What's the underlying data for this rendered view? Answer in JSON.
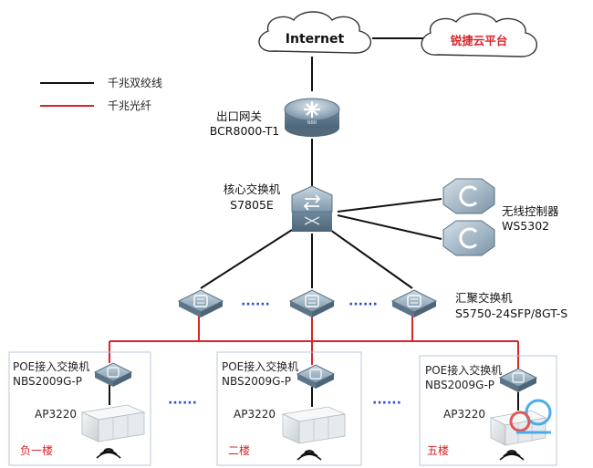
{
  "cloud_internet": "Internet",
  "cloud_platform": "锐捷云平台",
  "legend": {
    "twisted_pair": "千兆双绞线",
    "fiber": "千兆光纤"
  },
  "gateway": {
    "name": "出口网关",
    "model": "BCR8000-T1",
    "badge": "NBR"
  },
  "core_switch": {
    "name": "核心交换机",
    "model": "S7805E"
  },
  "wireless_controller": {
    "name": "无线控制器",
    "model": "WS5302"
  },
  "aggregation_switch": {
    "name": "汇聚交换机",
    "model": "S5750-24SFP/8GT-S"
  },
  "ellipsis": "······",
  "floors": [
    {
      "switch_name": "POE接入交换机",
      "switch_model": "NBS2009G-P",
      "ap": "AP3220",
      "floor": "负一楼"
    },
    {
      "switch_name": "POE接入交换机",
      "switch_model": "NBS2009G-P",
      "ap": "AP3220",
      "floor": "二楼"
    },
    {
      "switch_name": "POE接入交换机",
      "switch_model": "NBS2009G-P",
      "ap": "AP3220",
      "floor": "五楼"
    }
  ],
  "colors": {
    "copper": "#111111",
    "fiber": "#d8232a",
    "device_body": "#8fa8b8",
    "floor_label": "#d8232a"
  }
}
